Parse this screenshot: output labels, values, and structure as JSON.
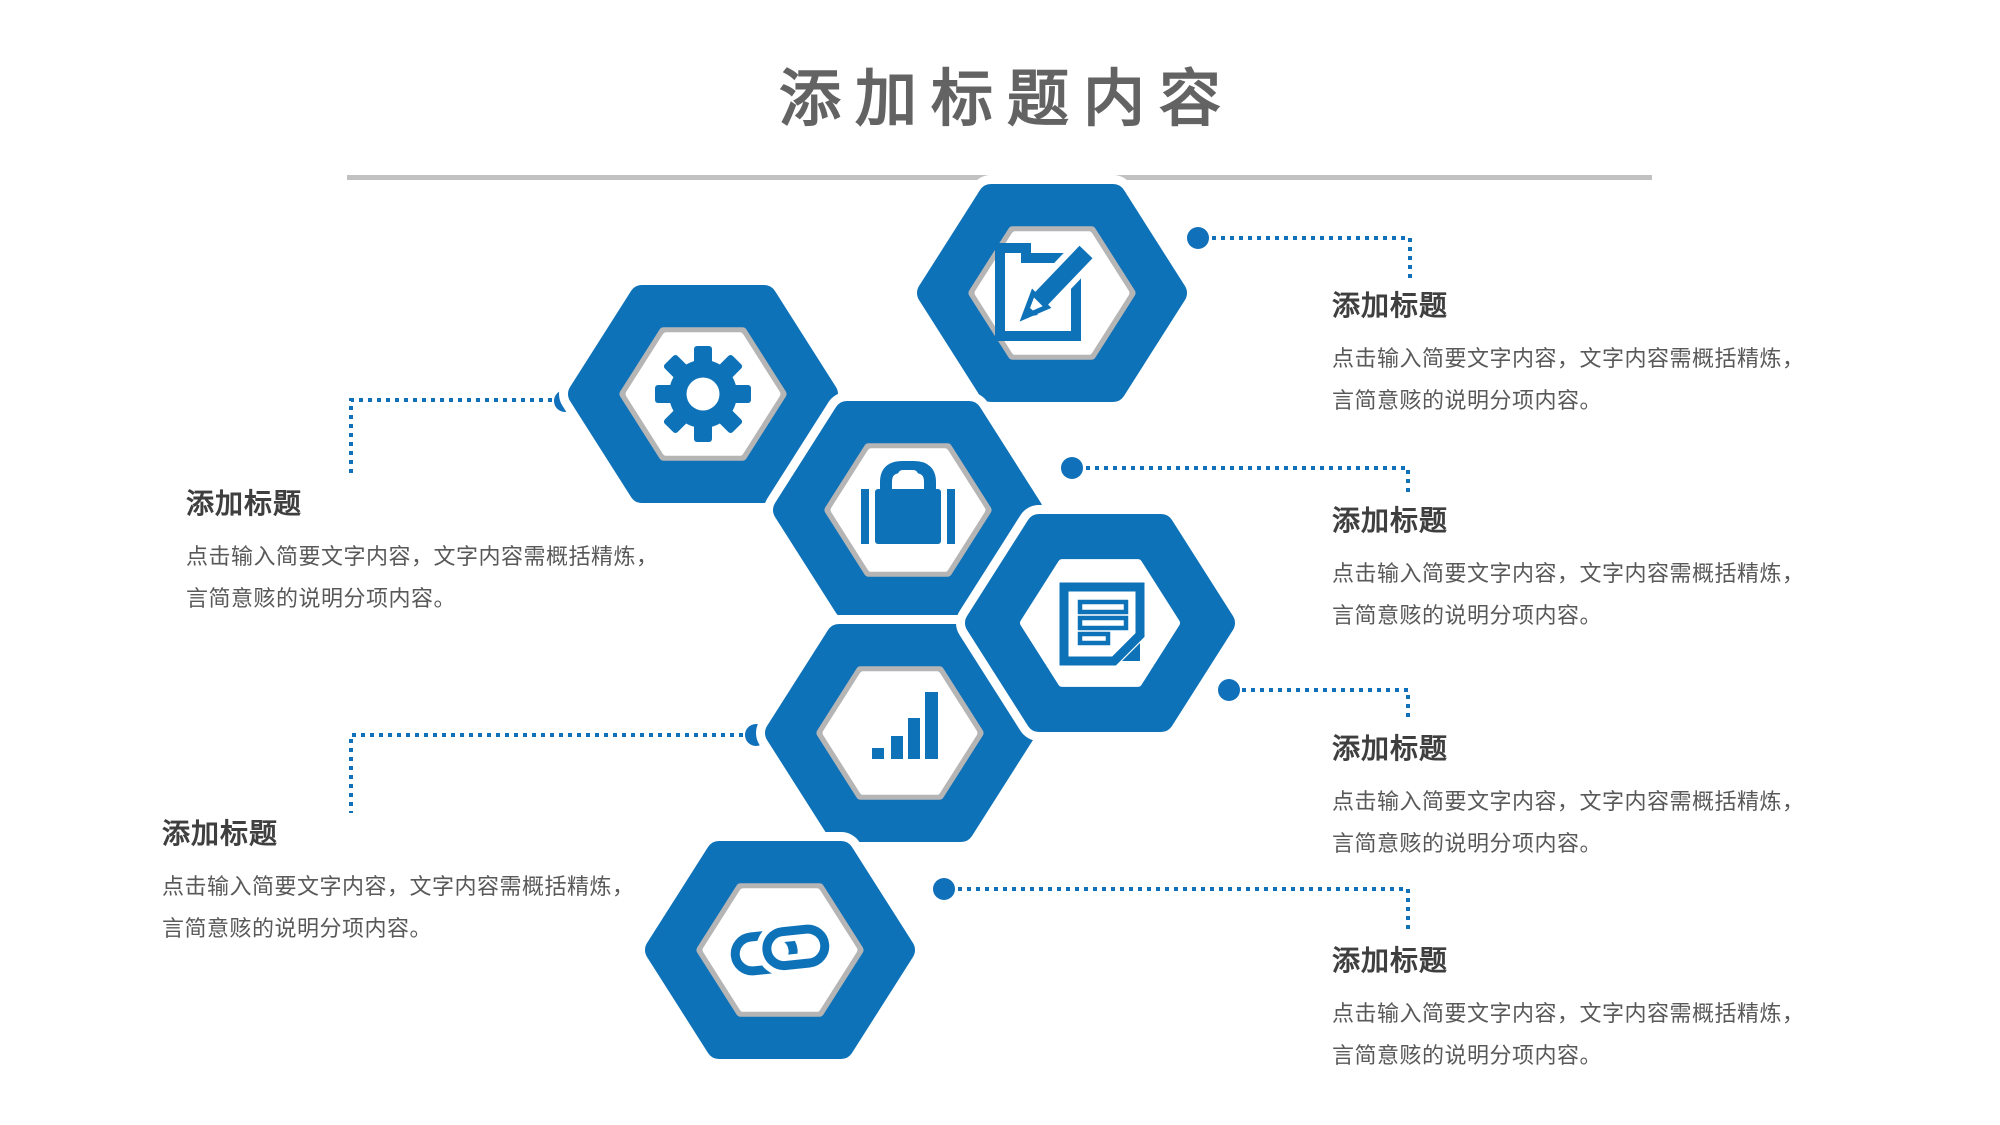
{
  "slide": {
    "title": "添加标题内容",
    "colors": {
      "accent_blue": "#0e72b9",
      "ring_gray": "#b5b5b5",
      "divider_gray": "#c1c1c1",
      "title_gray": "#636363",
      "heading_dark": "#3f3f3f",
      "body_gray": "#595959"
    }
  },
  "hexagons": [
    {
      "icon": "edit-document-icon"
    },
    {
      "icon": "gear-icon"
    },
    {
      "icon": "briefcase-icon"
    },
    {
      "icon": "sticky-note-icon"
    },
    {
      "icon": "bar-chart-icon"
    },
    {
      "icon": "chain-link-icon"
    }
  ],
  "blocks": {
    "right": [
      {
        "title": "添加标题",
        "body_lines": [
          "点击输入简要文字内容，文字内容需概括精炼，",
          "言简意赅的说明分项内容。"
        ]
      },
      {
        "title": "添加标题",
        "body_lines": [
          "点击输入简要文字内容，文字内容需概括精炼，",
          "言简意赅的说明分项内容。"
        ]
      },
      {
        "title": "添加标题",
        "body_lines": [
          "点击输入简要文字内容，文字内容需概括精炼，",
          "言简意赅的说明分项内容。"
        ]
      },
      {
        "title": "添加标题",
        "body_lines": [
          "点击输入简要文字内容，文字内容需概括精炼，",
          "言简意赅的说明分项内容。"
        ]
      }
    ],
    "left": [
      {
        "title": "添加标题",
        "body_lines": [
          "点击输入简要文字内容，文字内容需概括精炼，",
          "言简意赅的说明分项内容。"
        ]
      },
      {
        "title": "添加标题",
        "body_lines": [
          "点击输入简要文字内容，文字内容需概括精炼，",
          "言简意赅的说明分项内容。"
        ]
      }
    ]
  }
}
